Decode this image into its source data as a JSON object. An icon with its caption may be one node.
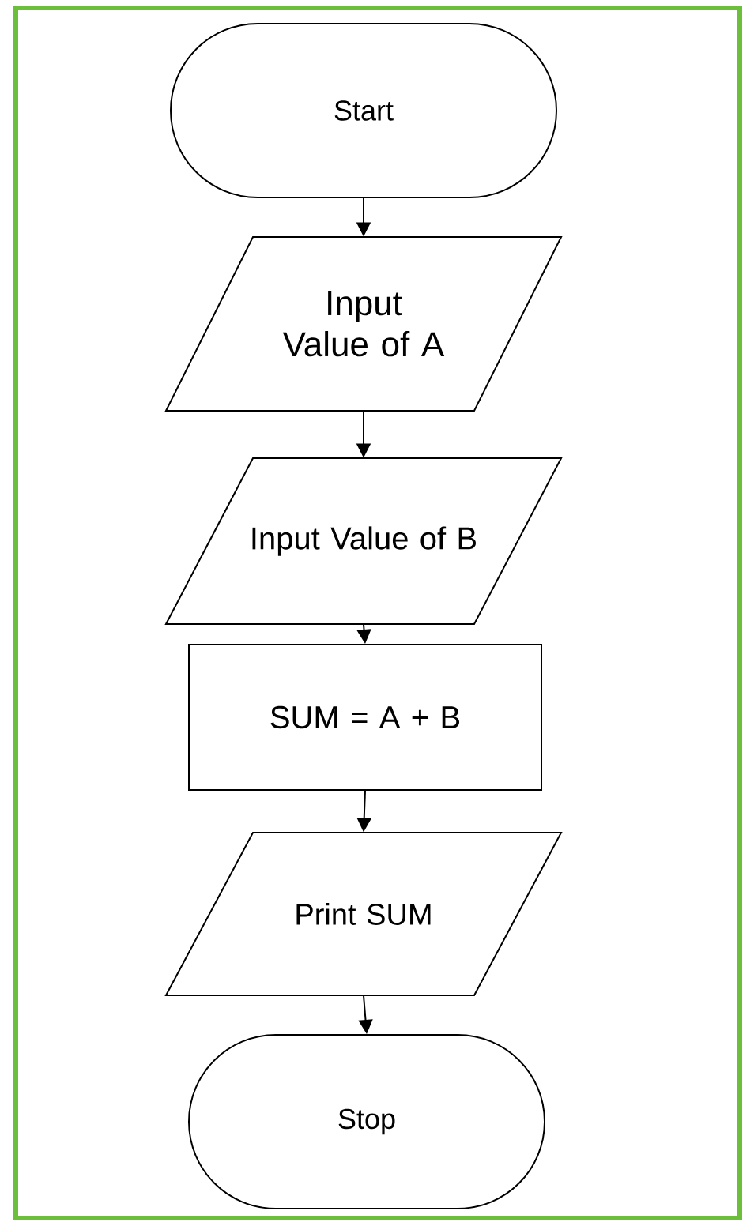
{
  "diagram": {
    "nodes": [
      {
        "text": [
          "Start"
        ]
      },
      {
        "text": [
          "Input Value of A"
        ]
      },
      {
        "text": [
          "Input Value of B"
        ]
      },
      {
        "text": [
          "SUM = A + B"
        ]
      },
      {
        "text": [
          "Print SUM"
        ]
      },
      {
        "text": [
          "Stop"
        ]
      }
    ],
    "edges": [
      {
        "from": 0,
        "to": 1,
        "arrow": "to"
      },
      {
        "from": 1,
        "to": 2,
        "arrow": "to"
      },
      {
        "from": 2,
        "to": 3,
        "arrow": "to"
      },
      {
        "from": 3,
        "to": 4,
        "arrow": "to"
      },
      {
        "from": 4,
        "to": 5,
        "arrow": "to"
      }
    ]
  }
}
